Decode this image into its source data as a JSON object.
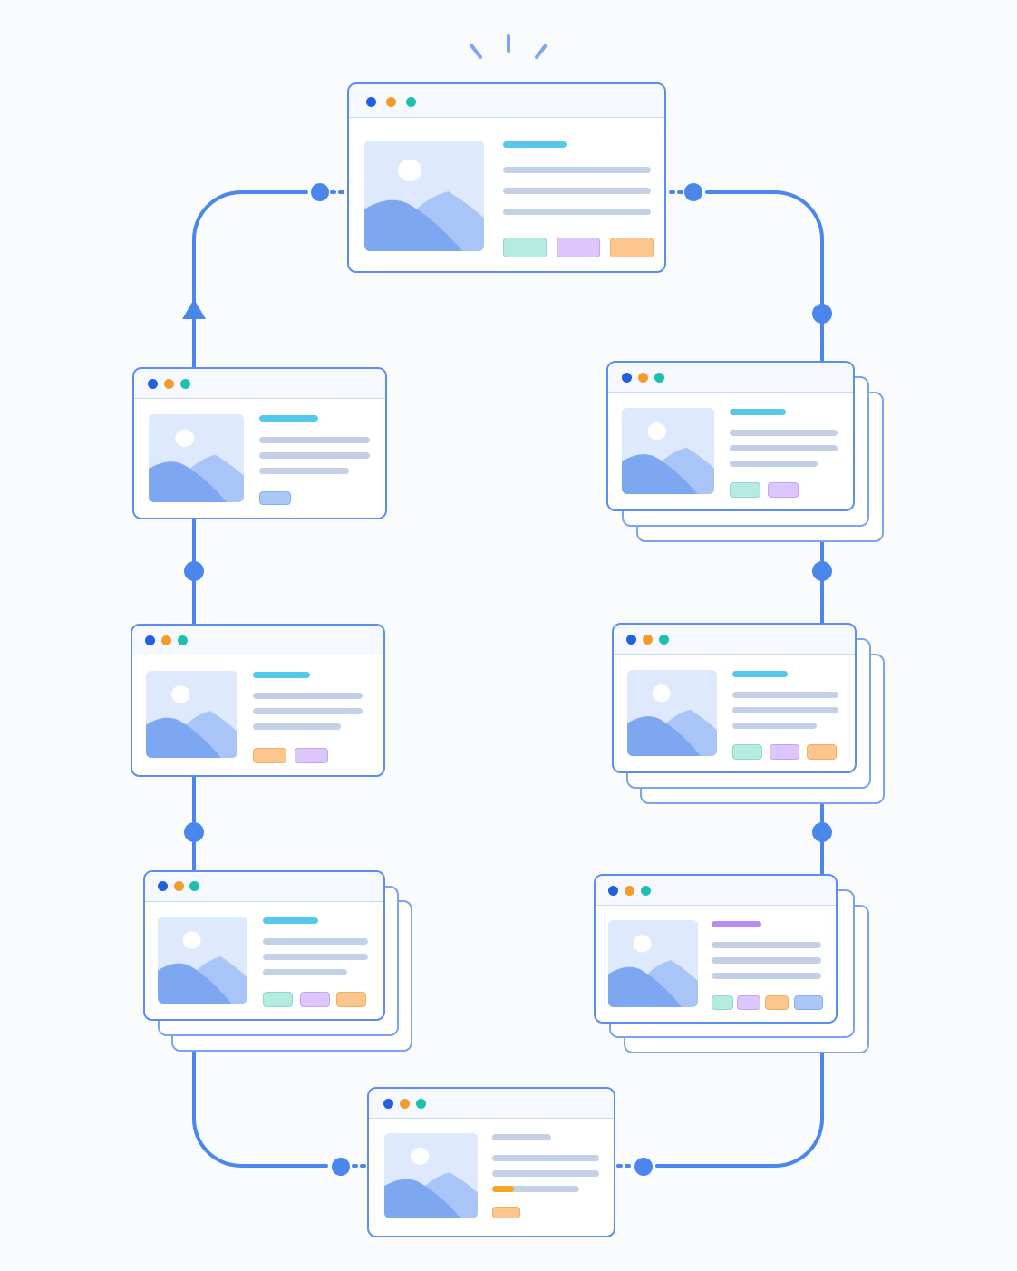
{
  "colors": {
    "line": "#4a86ec",
    "node": "#4a86ec",
    "window_border": "#5b8def",
    "dot_blue": "#1f5fe0",
    "dot_orange": "#f39c2a",
    "dot_teal": "#1fbfb0",
    "heading_cyan": "#56c8ec",
    "heading_purple": "#b88cf0",
    "text_bar": "#c3d0e6",
    "pill_teal": "#b5ebe0",
    "pill_purple": "#ddc6fb",
    "pill_orange": "#fcc78e",
    "pill_blue": "#a9c8f8",
    "progress_orange": "#f5a623",
    "thumb_bg": "#dfe9fd",
    "mountain_back": "#a9c4f7",
    "mountain_front": "#7da7f0"
  },
  "icons": {
    "window_controls": [
      "window-dot-blue",
      "window-dot-orange",
      "window-dot-teal"
    ],
    "image_placeholder": "image-placeholder-icon",
    "flow_direction": "arrow-up-icon",
    "highlight_rays": "sparkle-icon"
  },
  "windows": [
    {
      "id": "top",
      "stacked": false,
      "heading": "cyan",
      "text_lines": 3,
      "pills": [
        "teal",
        "purple",
        "orange"
      ]
    },
    {
      "id": "right-1",
      "stacked": true,
      "heading": "cyan",
      "text_lines": 3,
      "pills": [
        "teal",
        "purple"
      ]
    },
    {
      "id": "right-2",
      "stacked": true,
      "heading": "cyan",
      "text_lines": 3,
      "pills": [
        "teal",
        "purple",
        "orange"
      ]
    },
    {
      "id": "right-3",
      "stacked": true,
      "heading": "purple",
      "text_lines": 3,
      "pills": [
        "teal",
        "purple",
        "orange",
        "blue"
      ]
    },
    {
      "id": "bottom",
      "stacked": false,
      "heading": "gray",
      "text_lines": 2,
      "progress": 0.25,
      "pills": [
        "orange"
      ]
    },
    {
      "id": "left-3",
      "stacked": true,
      "heading": "cyan",
      "text_lines": 3,
      "pills": [
        "teal",
        "purple",
        "orange"
      ]
    },
    {
      "id": "left-2",
      "stacked": false,
      "heading": "cyan",
      "text_lines": 3,
      "pills": [
        "orange",
        "purple"
      ]
    },
    {
      "id": "left-1",
      "stacked": false,
      "heading": "cyan",
      "text_lines": 3,
      "pills": [
        "blue"
      ]
    }
  ]
}
